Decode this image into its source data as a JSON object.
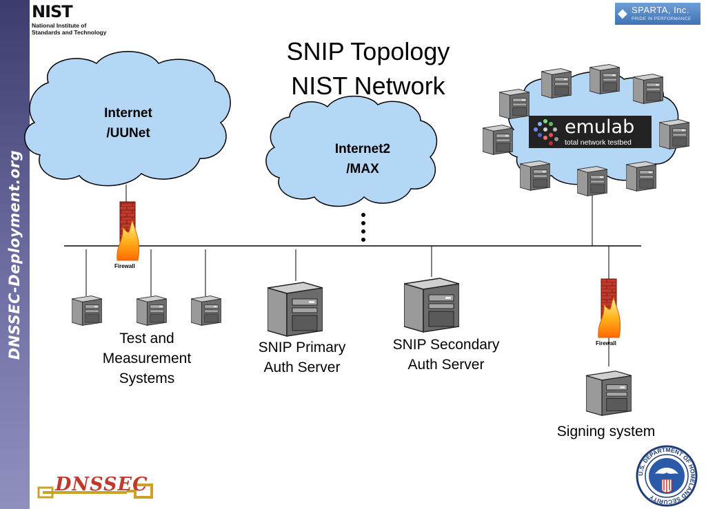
{
  "sidebar": {
    "text": "DNSSEC-Deployment.org"
  },
  "header": {
    "nist_logo": {
      "word": "NIST",
      "line1": "National Institute of",
      "line2": "Standards and Technology"
    },
    "sparta_logo": {
      "name": "SPARTA, Inc.",
      "tagline": "PRIDE IN PERFORMANCE"
    },
    "title_line1": "SNIP Topology",
    "title_line2": "NIST Network"
  },
  "clouds": {
    "internet": {
      "line1": "Internet",
      "line2": "/UUNet"
    },
    "internet2": {
      "line1": "Internet2",
      "line2": "/MAX"
    }
  },
  "emulab": {
    "name": "emulab",
    "tagline": "total network testbed"
  },
  "firewalls": {
    "label": "Firewall"
  },
  "nodes": {
    "test": {
      "line1": "Test and",
      "line2": "Measurement",
      "line3": "Systems"
    },
    "primary": {
      "line1": "SNIP Primary",
      "line2": "Auth Server"
    },
    "secondary": {
      "line1": "SNIP Secondary",
      "line2": "Auth Server"
    },
    "signing": {
      "label": "Signing system"
    }
  },
  "footer": {
    "dnssec_logo": "DNSSEC",
    "dhs_seal_text": "U.S. DEPARTMENT OF HOMELAND SECURITY"
  },
  "colors": {
    "cloud_fill": "#b3d7f5",
    "server_face": "#707070",
    "firewall_brick": "#c0392b",
    "flame": "#f39c12",
    "sidebar": "#4a4a80"
  }
}
